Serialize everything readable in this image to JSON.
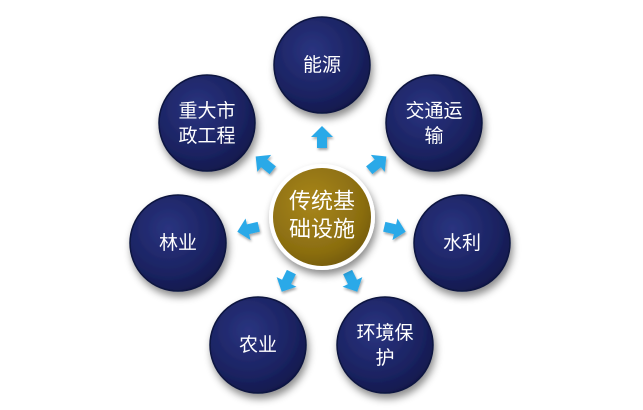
{
  "center": {
    "label_line1": "传统基",
    "label_line2": "础设施"
  },
  "nodes": {
    "energy": {
      "line1": "能源"
    },
    "transport": {
      "line1": "交通运",
      "line2": "输"
    },
    "water": {
      "line1": "水利"
    },
    "environment": {
      "line1": "环境保",
      "line2": "护"
    },
    "agriculture": {
      "line1": "农业"
    },
    "forestry": {
      "line1": "林业"
    },
    "municipal": {
      "line1": "重大市",
      "line2": "政工程"
    }
  },
  "colors": {
    "node_fill": "#1a2260",
    "node_edge": "#0d1340",
    "center_fill": "#8a6d10",
    "center_ring": "#ffffff",
    "arrow": "#29a9e8"
  }
}
